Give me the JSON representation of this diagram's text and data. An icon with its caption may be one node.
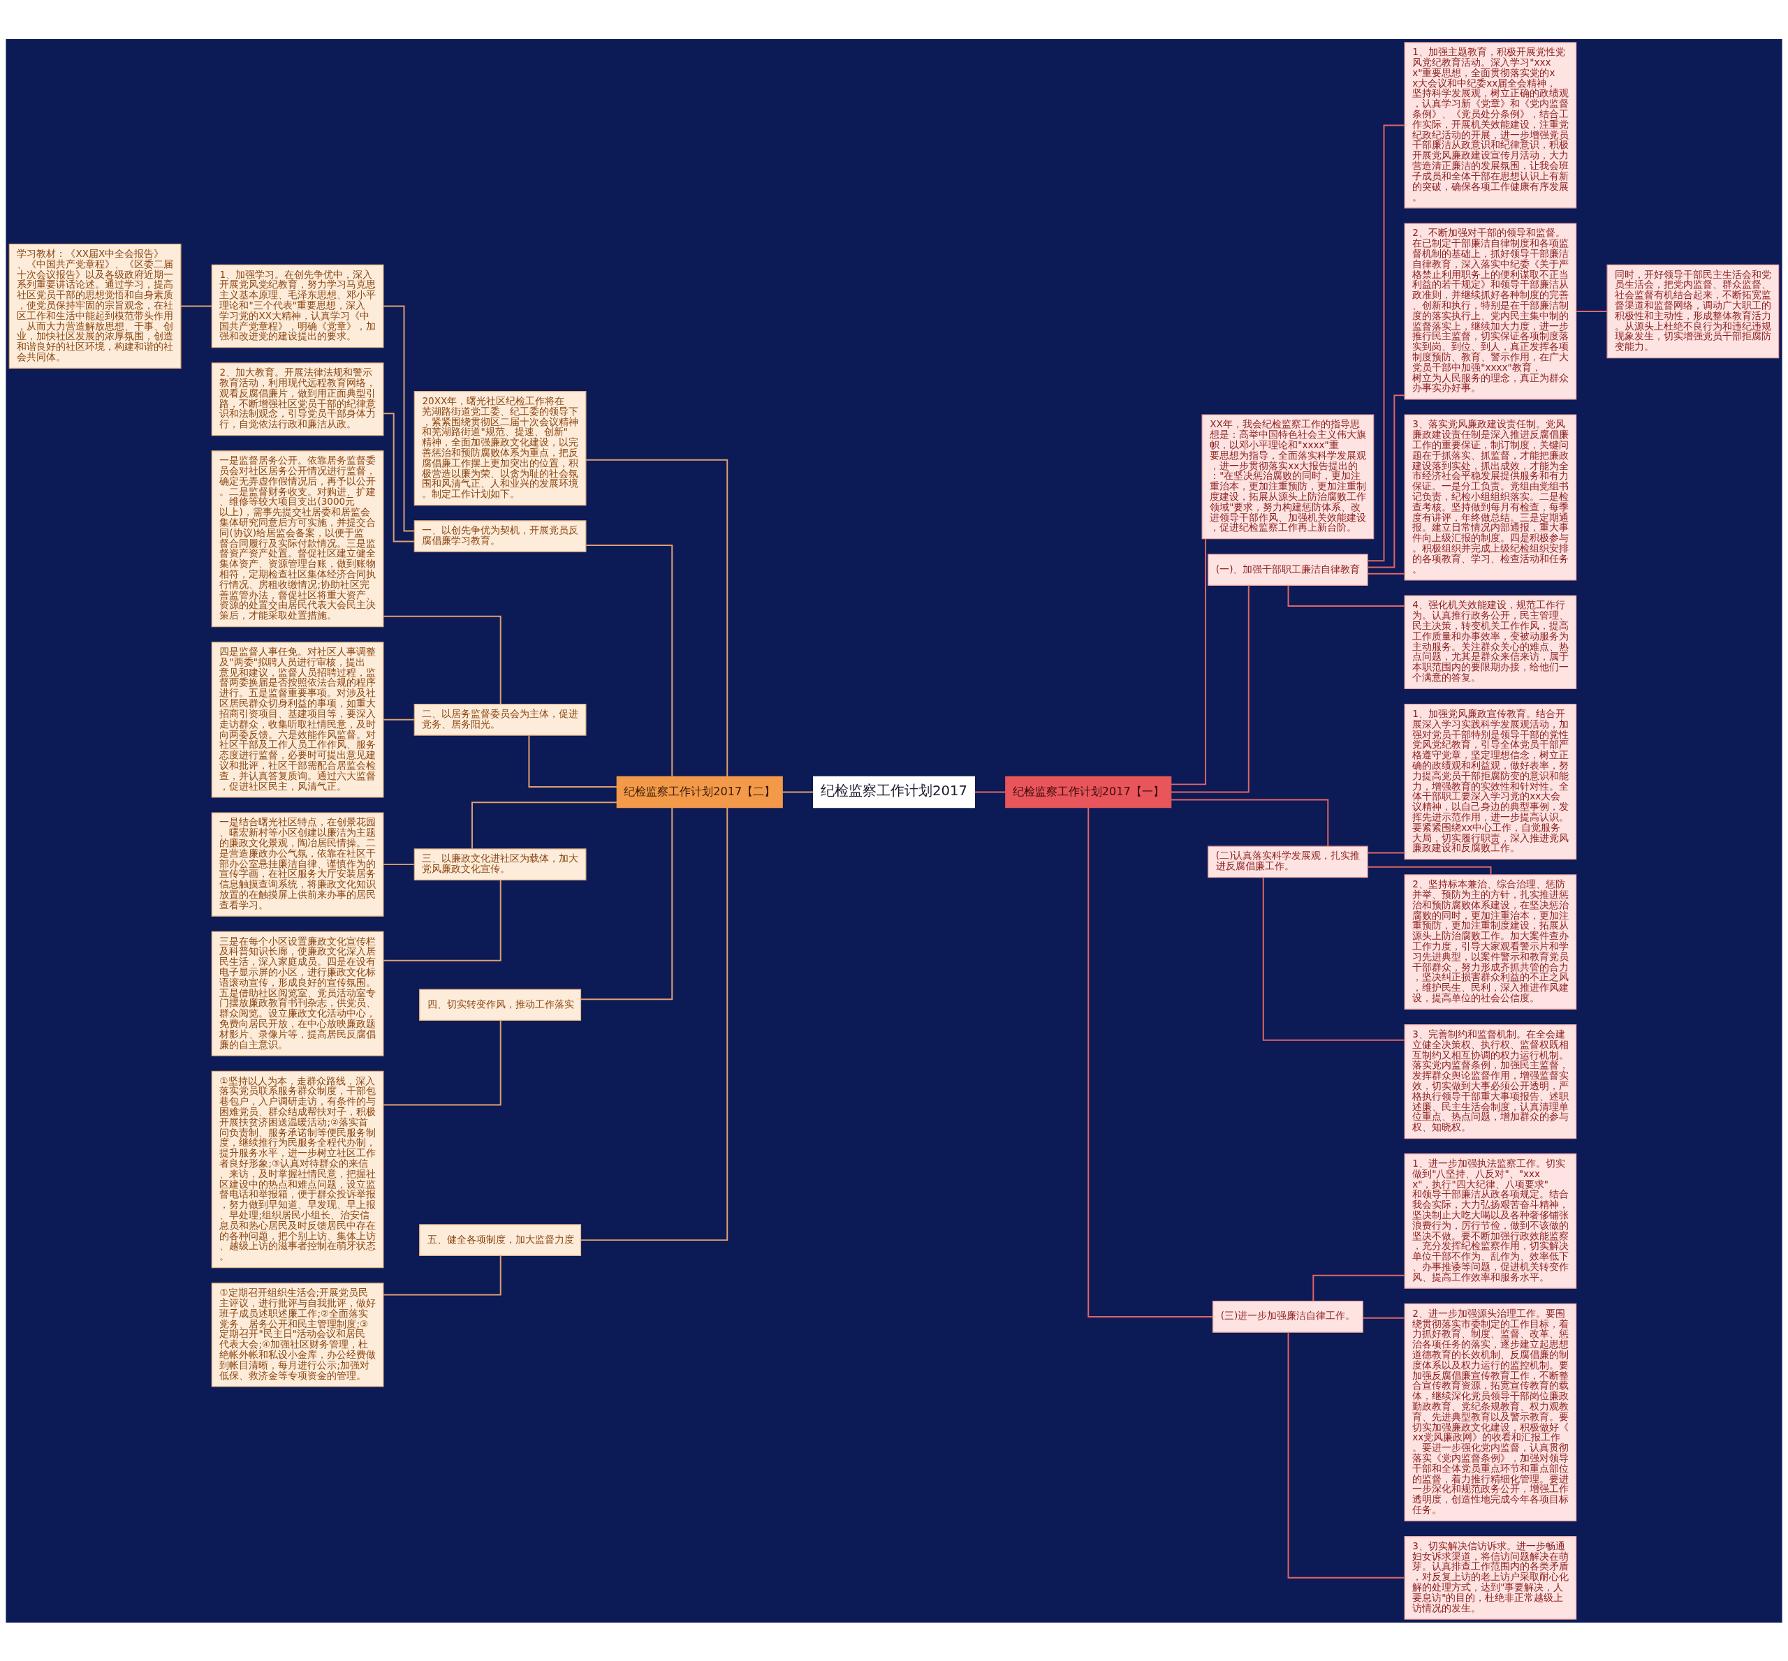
{
  "diagram": {
    "nodes": [
      {
        "text": [
          "纪检监察工作计划2017"
        ]
      },
      {
        "text": [
          "纪检监察工作计划2017【一】"
        ]
      },
      {
        "text": [
          "纪检监察工作计划2017【二】"
        ]
      },
      {
        "text": [
          "XX年，我会纪检监察工作的指导思想是：高举中国特色社会主义伟大旗帜，以邓小平理论和\"xxxx\"重要思想为指导，全面落实科学发展观，进一步贯彻落实xx大报告提出的：\"在坚决惩治腐败的同时，更加注重治本，更加注重预防，更加注重制度建设，拓展从源头上防治腐败工作领域\"要求，努力构建惩防体系、改进领导干部作风、加强机关效能建设，促进纪检监察工作再上新台阶。"
        ]
      },
      {
        "text": [
          "(一)、加强干部职工廉洁自律教育"
        ]
      },
      {
        "text": [
          "1、加强主题教育，积极开展党性党风党纪教育活动。深入学习\"xxxx\"重要思想，全面贯彻落实党的xx大会议和中纪委xx届全会精神，坚持科学发展观，树立正确的政绩观，认真学习新《党章》和《党内监督条例》、《党员处分条例》，结合工作实际，开展机关效能建设，注重党纪政纪活动的开展，进一步增强党员干部廉洁从政意识和纪律意识，积极开展党风廉政建设宣传月活动，大力营造清正廉洁的发展氛围，让我会班子成员和全体干部在思想认识上有新的突破，确保各项工作健康有序发展。"
        ]
      },
      {
        "text": [
          "2、不断加强对干部的领导和监督。在已制定干部廉洁自律制度和各项监督机制的基础上，抓好领导干部廉洁自律教育，深入落实中纪委《关于严格禁止利用职务上的便利谋取不正当利益的若干规定》和领导干部廉洁从政准则，并继续抓好各种制度的完善、创新和执行，特别是在干部廉洁制度的落实执行上、党内民主集中制的监督落实上，继续加大力度，进一步推行民主监督，切实保证各项制度落实到岗、到位、到人，真正发挥各项制度预防、教育、警示作用，在广大党员干部中加强\"xxxx\"教育，树立为人民服务的理念，真正为群众办事实办好事。"
        ]
      },
      {
        "text": [
          "同时，开好领导干部民主生活会和党员生活会，把党内监督、群众监督、社会监督有机结合起来，不断拓宽监督渠道和监督网络，调动广大职工的积极性和主动性，形成整体教育活力。从源头上杜绝不良行为和违纪违规现象发生，切实增强党员干部拒腐防变能力。"
        ]
      },
      {
        "text": [
          "3、落实党风廉政建设责任制。党风廉政建设责任制是深入推进反腐倡廉工作的重要保证，制订制度，关键问题在于抓落实、抓监督，才能把廉政建设落到实处，抓出成效，才能为全市经济社会平稳发展提供服务和有力保证。一是分工负责。党组由党组书记负责，纪检小组组织落实。二是检查考核。坚持做到每月有检查，每季度有讲评，年终做总结。三是定期通报。建立日常情况内部通报，重大事件向上级汇报的制度。四是积极参与。积极组织并完成上级纪检组织安排的各项教育、学习、检查活动和任务。"
        ]
      },
      {
        "text": [
          "4、强化机关效能建设，规范工作行为。认真推行政务公开，民主管理、民主决策，转变机关工作作风，提高工作质量和办事效率，变被动服务为主动服务。关注群众关心的难点、热点问题，尤其是群众来信来访，属于本职范围内的要限期办接，给他们一个满意的答复。"
        ]
      },
      {
        "text": [
          "(二)认真落实科学发展观，扎实推进反腐倡廉工作。"
        ]
      },
      {
        "text": [
          "1、加强党风廉政宣传教育。结合开展深入学习实践科学发展观活动，加强对党员干部特别是领导干部的党性党风党纪教育，引导全体党员干部严格遵守党章，坚定理想信念，树立正确的政绩观和利益观，做好表率，努力提高党员干部拒腐防变的意识和能力，增强教育的实效性和针对性。全体干部职工要深入学习党的xx大会议精神，以自己身边的典型事例，发挥先进示范作用，进一步提高认识。要紧紧围绕xx中心工作，自觉服务大局，切实履行职责，深入推进党风廉政建设和反腐败工作。"
        ]
      },
      {
        "text": [
          "2、坚持标本兼治、综合治理、惩防并举、预防为主的方针，扎实推进惩治和预防腐败体系建设，在坚决惩治腐败的同时，更加注重治本，更加注重预防，更加注重制度建设，拓展从源头上防治腐败工作。加大案件查办工作力度，引导大家观看警示片和学习先进典型，以案件警示和教育党员干部群众，努力形成齐抓共管的合力，坚决纠正损害群众利益的不正之风，维护民生、民利，深入推进作风建设，提高单位的社会公信度。"
        ]
      },
      {
        "text": [
          "3、完善制约和监督机制。在全会建立健全决策权、执行权、监督权既相互制约又相互协调的权力运行机制。落实党内监督条例，加强民主监督，发挥群众舆论监督作用，增强监督实效，切实做到大事必须公开透明，严格执行领导干部重大事项报告、述职述廉、民主生活会制度，认真清理单位重点、热点问题，增加群众的参与权、知晓权。"
        ]
      },
      {
        "text": [
          "(三)进一步加强廉洁自律工作。"
        ]
      },
      {
        "text": [
          "1、进一步加强执法监察工作。切实做到\"八坚持、八反对\"、\"xxxx\"，执行\"四大纪律、八项要求\"和领导干部廉洁从政各项规定。结合我会实际，大力弘扬艰苦奋斗精神，坚决制止大吃大喝以及各种奢侈铺张浪费行为，厉行节俭，做到不该做的坚决不做。要不断加强行政效能监察，充分发挥纪检监察作用，切实解决单位干部不作为、乱作为、效率低下、办事推诿等问题，促进机关转变作风、提高工作效率和服务水平。"
        ]
      },
      {
        "text": [
          "2、进一步加强源头治理工作。要围绕贯彻落实市委制定的工作目标，着力抓好教育、制度、监督、改革、惩治各项任务的落实，逐步建立起思想道德教育的长效机制、反腐倡廉的制度体系以及权力运行的监控机制。要加强反腐倡廉宣传教育工作，不断整合宣传教育资源，拓宽宣传教育的载体，继续深化党员领导干部岗位廉政勤政教育、党纪条规教育、权力观教育、先进典型教育以及警示教育。要切实加强廉政文化建设，积极做好《xx党风廉政网》的收看和汇报工作。要进一步强化党内监督，认真贯彻落实《党内监督条例》，加强对领导干部和全体党员重点环节和重点部位的监督，着力推行精细化管理。要进一步深化和规范政务公开，增强工作透明度，创造性地完成今年各项目标任务。"
        ]
      },
      {
        "text": [
          "3、切实解决信访诉求。进一步畅通妇女诉求渠道，将信访问题解决在萌芽。认真排查工作范围内的各类矛盾，对反复上访的老上访户采取耐心化解的处理方式，达到\"事要解决，人要息访\"的目的，杜绝非正常越级上访情况的发生。"
        ]
      },
      {
        "text": [
          "20XX年，曙光社区纪检工作将在芜湖路街道党工委、纪工委的领导下，紧紧围绕贯彻区二届十次会议精神和芜湖路街道\"规范、提速、创新\"精神，全面加强廉政文化建设，以完善惩治和预防腐败体系为重点，把反腐倡廉工作摆上更加突出的位置，积极营造以廉为荣、以贪为耻的社会氛围和风清气正、人和业兴的发展环境。制定工作计划如下。"
        ]
      },
      {
        "text": [
          "一、以创先争优为契机，开展党员反腐倡廉学习教育。"
        ]
      },
      {
        "text": [
          "学习教材：《XX届X中全会报告》、《中国共产党章程》、《区委二届十次会议报告》以及各级政府近期一系列重要讲话论述。通过学习，提高社区党员干部的思想觉悟和自身素质，使党员保持牢固的宗旨观念，在社区工作和生活中能起到模范带头作用，从而大力营造解放思想、干事、创业，加快社区发展的浓厚氛围，创造和谐良好的社区环境，构建和谐的社会共同体。"
        ]
      },
      {
        "text": [
          "1、加强学习。在创先争优中，深入开展党风党纪教育，努力学习马克思主义基本原理、毛泽东思想、邓小平理论和\"三个代表\"重要思想，深入学习党的XX大精神，认真学习《中国共产党章程》，明确《党章》，加强和改进党的建设提出的要求。"
        ]
      },
      {
        "text": [
          "2、加大教育。开展法律法规和警示教育活动，利用现代远程教育网络，观看反腐倡廉片，做到用正面典型引路，不断增强社区党员干部的纪律意识和法制观念，引导党员干部身体力行，自觉依法行政和廉洁从政。"
        ]
      },
      {
        "text": [
          "二、以居务监督委员会为主体，促进党务、居务阳光。"
        ]
      },
      {
        "text": [
          "一是监督居务公开。依靠居务监督委员会对社区居务公开情况进行监督，确定无弄虚作假情况后，再予以公开。二是监督财务收支。对购进、扩建、维修等较大项目支出(3000元以上)，需事先提交社居委和居监会集体研究同意后方可实施，并提交合同(协议)给居监会备案，以便于监督合同履行及实际付款情况。三是监督资产资产处置。督促社区建立健全集体资产、资源管理台账，做到账物相符，定期检查社区集体经济合同执行情况、房租收缴情况;协助社区完善监管办法，督促社区将重大资产、资源的处置交由居民代表大会民主决策后，才能采取处置措施。"
        ]
      },
      {
        "text": [
          "四是监督人事任免。对社区人事调整及\"两委\"拟聘人员进行审核，提出意见和建议，监督人员招聘过程，监督两委换届是否按照依法合规的程序进行。五是监督重要事项。对涉及社区居民群众切身利益的事项，如重大招商引资项目、基建项目等，要深入走访群众，收集听取社情民意，及时向两委反馈。六是效能作风监督。对社区干部及工作人员工作作风、服务态度进行监督，必要时可提出意见建议和批评，社区干部需配合居监会检查，并认真答复质询。通过六大监督，促进社区民主，风清气正。"
        ]
      },
      {
        "text": [
          "三、以廉政文化进社区为载体，加大党风廉政文化宣传。"
        ]
      },
      {
        "text": [
          "一是结合曙光社区特点，在创景花园、曙宏新村等小区创建以廉洁为主题的廉政文化景观，陶冶居民情操。二是营造廉政办公气氛，依靠在社区干部办公室悬挂廉洁自律、谨慎作为的宣传字画，在社区服务大厅安装居务信息触摸查询系统，将廉政文化知识放置的在触摸屏上供前来办事的居民查看学习。"
        ]
      },
      {
        "text": [
          "三是在每个小区设置廉政文化宣传栏及科普知识长廊，使廉政文化深入居民生活，深入家庭成员。四是在设有电子显示屏的小区，进行廉政文化标语滚动宣传，形成良好的宣传氛围。五是借助社区阅览室、党员活动室专门摆放廉政教育书刊杂志，供党员、群众阅览。设立廉政文化活动中心，免费向居民开放，在中心放映廉政题材影片、录像片等，提高居民反腐倡廉的自主意识。"
        ]
      },
      {
        "text": [
          "四、切实转变作风，推动工作落实"
        ]
      },
      {
        "text": [
          "①坚持以人为本，走群众路线，深入落实党员联系服务群众制度，干部包巷包户，入户调研走访，有条件的与困难党员、群众结成帮扶对子，积极开展扶贫济困送温暖活动;②落实首问负责制、服务承诺制等便民服务制度，继续推行为民服务全程代办制，提升服务水平，进一步树立社区工作者良好形象;③认真对待群众的来信、来访，及时掌握社情民意，把握社区建设中的热点和难点问题，设立监督电话和举报箱，便于群众投诉举报，努力做到早知道、早发现、早上报、早处理;组织居民小组长、治安信息员和热心居民及时反馈居民中存在的各种问题，把个别上访、集体上访、越级上访的滋事者控制在萌牙状态。"
        ]
      },
      {
        "text": [
          "五、健全各项制度，加大监督力度"
        ]
      },
      {
        "text": [
          "①定期召开组织生活会;开展党员民主评议，进行批评与自我批评，做好班子成员述职述廉工作;②全面落实党务、居务公开和民主管理制度;③定期召开\"民主日\"活动会议和居民代表大会;④加强社区财务管理，杜绝帐外帐和私设小金库，办公经费做到帐目清晰，每月进行公示;加强对低保、救济金等专项资金的管理。"
        ]
      }
    ],
    "edges": [
      {
        "from": 0,
        "to": 1,
        "arrow": "none",
        "color": "#e06666"
      },
      {
        "from": 0,
        "to": 2,
        "arrow": "none",
        "color": "#e0a070"
      },
      {
        "from": 1,
        "to": 3,
        "arrow": "none",
        "color": "#e06666"
      },
      {
        "from": 1,
        "to": 4,
        "arrow": "none",
        "color": "#e06666"
      },
      {
        "from": 4,
        "to": 5,
        "arrow": "none",
        "color": "#e06666"
      },
      {
        "from": 4,
        "to": 6,
        "arrow": "none",
        "color": "#e06666"
      },
      {
        "from": 6,
        "to": 7,
        "arrow": "none",
        "color": "#e06666"
      },
      {
        "from": 4,
        "to": 8,
        "arrow": "none",
        "color": "#e06666"
      },
      {
        "from": 4,
        "to": 9,
        "arrow": "none",
        "color": "#e06666"
      },
      {
        "from": 1,
        "to": 10,
        "arrow": "none",
        "color": "#e06666"
      },
      {
        "from": 10,
        "to": 11,
        "arrow": "none",
        "color": "#e06666"
      },
      {
        "from": 10,
        "to": 12,
        "arrow": "none",
        "color": "#e06666"
      },
      {
        "from": 10,
        "to": 13,
        "arrow": "none",
        "color": "#e06666"
      },
      {
        "from": 1,
        "to": 14,
        "arrow": "none",
        "color": "#e06666"
      },
      {
        "from": 14,
        "to": 15,
        "arrow": "none",
        "color": "#e06666"
      },
      {
        "from": 14,
        "to": 16,
        "arrow": "none",
        "color": "#e06666"
      },
      {
        "from": 14,
        "to": 17,
        "arrow": "none",
        "color": "#e06666"
      },
      {
        "from": 2,
        "to": 18,
        "arrow": "none",
        "color": "#e0a070"
      },
      {
        "from": 2,
        "to": 19,
        "arrow": "none",
        "color": "#e0a070"
      },
      {
        "from": 19,
        "to": 21,
        "arrow": "none",
        "color": "#e0a070"
      },
      {
        "from": 21,
        "to": 20,
        "arrow": "none",
        "color": "#e0a070"
      },
      {
        "from": 19,
        "to": 22,
        "arrow": "none",
        "color": "#e0a070"
      },
      {
        "from": 2,
        "to": 23,
        "arrow": "none",
        "color": "#e0a070"
      },
      {
        "from": 23,
        "to": 24,
        "arrow": "none",
        "color": "#e0a070"
      },
      {
        "from": 23,
        "to": 25,
        "arrow": "none",
        "color": "#e0a070"
      },
      {
        "from": 2,
        "to": 26,
        "arrow": "none",
        "color": "#e0a070"
      },
      {
        "from": 26,
        "to": 27,
        "arrow": "none",
        "color": "#e0a070"
      },
      {
        "from": 26,
        "to": 28,
        "arrow": "none",
        "color": "#e0a070"
      },
      {
        "from": 2,
        "to": 29,
        "arrow": "none",
        "color": "#e0a070"
      },
      {
        "from": 29,
        "to": 30,
        "arrow": "none",
        "color": "#e0a070"
      },
      {
        "from": 2,
        "to": 31,
        "arrow": "none",
        "color": "#e0a070"
      },
      {
        "from": 31,
        "to": 32,
        "arrow": "none",
        "color": "#e0a070"
      }
    ]
  }
}
